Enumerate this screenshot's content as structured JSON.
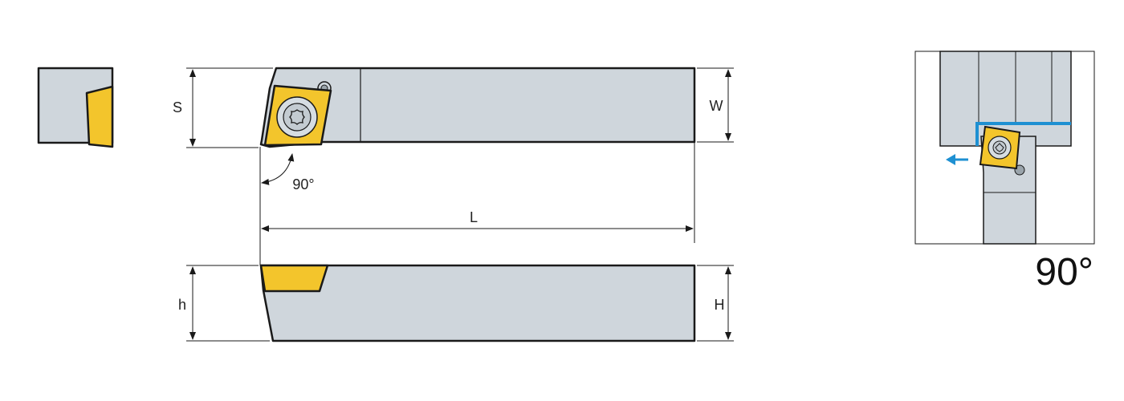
{
  "colors": {
    "holder_fill": "#cfd6dc",
    "insert_fill": "#f3c52c",
    "outline": "#1a1a1a",
    "feed_arrow": "#1e90d2",
    "background": "#ffffff"
  },
  "icons": {
    "screw": "torx-screw-icon",
    "feed": "arrow-left-icon"
  },
  "dimensions": {
    "s_label": "S",
    "w_label": "W",
    "angle_label": "90°",
    "l_label": "L",
    "h_label": "h",
    "H_label": "H"
  },
  "inset": {
    "angle_label": "90°"
  }
}
